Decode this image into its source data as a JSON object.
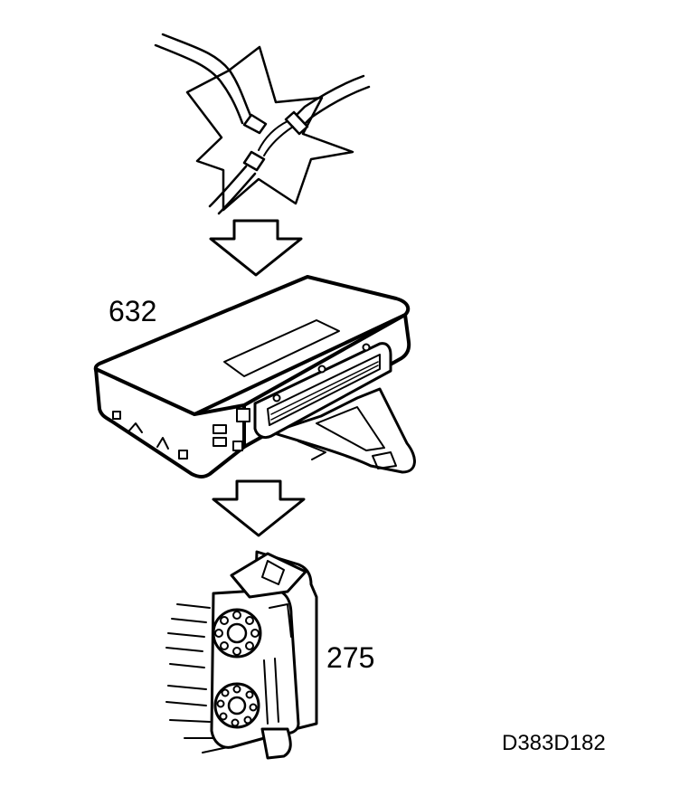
{
  "labels": {
    "module_part_number": "632",
    "connector_part_number": "275",
    "figure_code": "D383D182"
  },
  "illustration": {
    "steps": [
      {
        "name": "damaged-wiring",
        "icon": "broken-wire-starburst-icon"
      },
      {
        "name": "control-module",
        "icon": "control-module-icon"
      },
      {
        "name": "connector",
        "icon": "connector-plug-icon"
      }
    ],
    "arrow_icon": "down-arrow-icon"
  },
  "colors": {
    "ink": "#000000",
    "paper": "#ffffff"
  }
}
